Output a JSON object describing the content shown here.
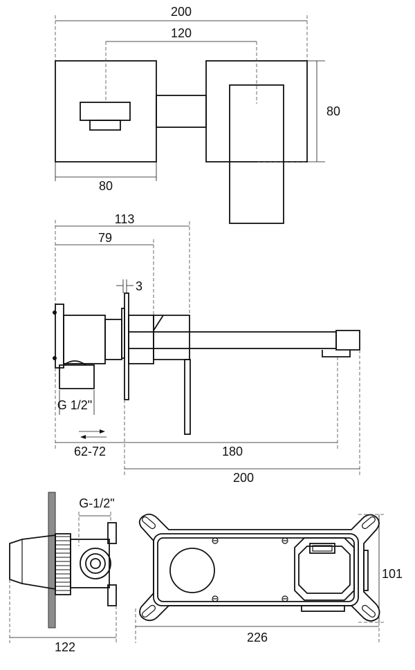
{
  "top_view": {
    "overall_width": "200",
    "center_distance": "120",
    "height": "80",
    "plate_width": "80"
  },
  "side_view": {
    "depth_total": "113",
    "depth_handle": "79",
    "plate_thickness": "3",
    "connection": "G 1/2\"",
    "wall_range": "62-72",
    "spout_reach": "180",
    "overall_length": "200"
  },
  "box_view": {
    "connection": "G-1/2\"",
    "depth": "122",
    "length": "226",
    "height": "101"
  },
  "colors": {
    "line": "#111111",
    "wall": "#8c8c8c"
  }
}
